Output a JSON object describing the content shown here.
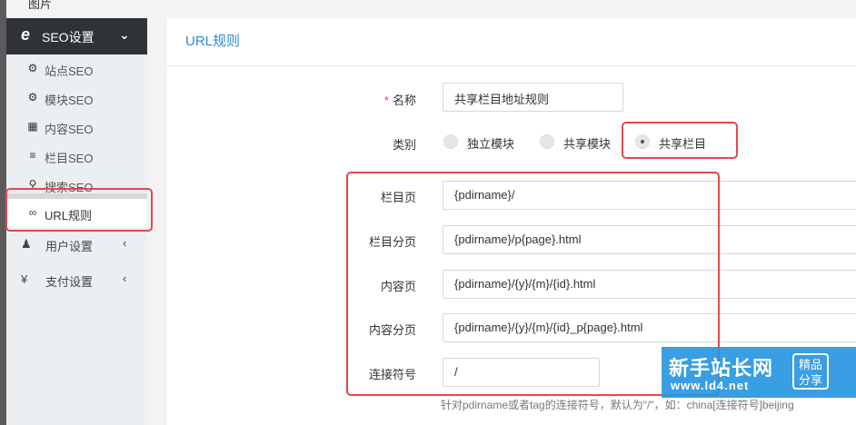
{
  "topbar": {
    "title": "图片"
  },
  "sidebar": {
    "seo_header": {
      "label": "SEO设置"
    },
    "items": [
      {
        "label": "站点SEO",
        "icon": "gear-icon"
      },
      {
        "label": "模块SEO",
        "icon": "cogs-icon"
      },
      {
        "label": "内容SEO",
        "icon": "grid-icon"
      },
      {
        "label": "栏目SEO",
        "icon": "list-icon"
      },
      {
        "label": "搜索SEO",
        "icon": "search-icon"
      },
      {
        "label": "URL规则",
        "icon": "link-icon"
      }
    ],
    "groups": [
      {
        "label": "用户设置",
        "icon": "user-icon"
      },
      {
        "label": "支付设置",
        "icon": "yen-icon"
      }
    ]
  },
  "main": {
    "title": "URL规则",
    "form": {
      "name_label": "名称",
      "name_value": "共享栏目地址规则",
      "type_label": "类别",
      "type_options": [
        "独立模块",
        "共享模块",
        "共享栏目"
      ],
      "type_selected": "共享栏目",
      "fields": [
        {
          "label": "栏目页",
          "value": "{pdirname}/"
        },
        {
          "label": "栏目分页",
          "value": "{pdirname}/p{page}.html"
        },
        {
          "label": "内容页",
          "value": "{pdirname}/{y}/{m}/{id}.html"
        },
        {
          "label": "内容分页",
          "value": "{pdirname}/{y}/{m}/{id}_p{page}.html"
        },
        {
          "label": "连接符号",
          "value": "/"
        }
      ],
      "connector_hint": "针对pdirname或者tag的连接符号，默认为\"/\"，如：china[连接符号]beijing"
    }
  },
  "watermark": {
    "name": "新手站长网",
    "url": "www.ld4.net",
    "badge_line1": "精品",
    "badge_line2": "分享"
  },
  "colors": {
    "accent": "#2d8ad6",
    "highlight": "#e5484d",
    "sidebar_dark": "#2f3237",
    "watermark": "#2896e1"
  }
}
